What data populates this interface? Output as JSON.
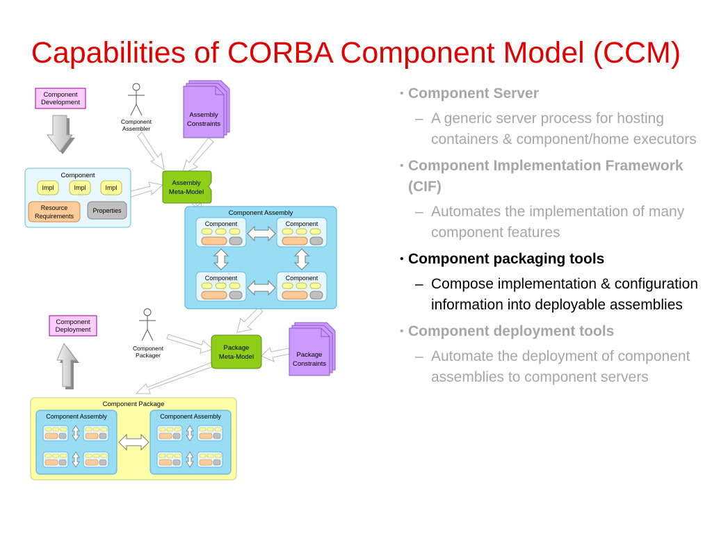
{
  "title": "Capabilities of CORBA Component Model (CCM)",
  "colors": {
    "title": "#e00000",
    "purple": "#cc99ff",
    "magenta_box": "#ffccff",
    "green": "#8fcf1a",
    "light_blue": "#99ddf5",
    "pale_blue": "#e6f7fd",
    "yellow_box": "#ffffaa",
    "impl": "#ffff99",
    "orange": "#ffcc99",
    "gray": "#c0c0c0",
    "dim_text": "#a6a6a6"
  },
  "diagram": {
    "component_development": [
      "Component",
      "Development"
    ],
    "component_assembler": [
      "Component",
      "Assembler"
    ],
    "assembly_constraints": [
      "Assembly",
      "Constraints"
    ],
    "component_box": {
      "title": "Component",
      "impls": [
        "Impl",
        "Impl",
        "Impl"
      ],
      "resource": [
        "Resource",
        "Requirements"
      ],
      "properties": "Properties"
    },
    "assembly_meta_model": [
      "Assembly",
      "Meta-Model"
    ],
    "component_assembly": {
      "title": "Component Assembly",
      "components": [
        "Component",
        "Component",
        "Component",
        "Component"
      ]
    },
    "component_deployment": [
      "Component",
      "Deployment"
    ],
    "component_packager": [
      "Component",
      "Packager"
    ],
    "package_meta_model": [
      "Package",
      "Meta-Model"
    ],
    "package_constraints": [
      "Package",
      "Constraints"
    ],
    "component_package": {
      "title": "Component Package",
      "assemblies": [
        "Component Assembly",
        "Component Assembly"
      ]
    }
  },
  "bullets": [
    {
      "text": "Component Server",
      "active": false,
      "subs": [
        "A generic server process for hosting containers & component/home executors"
      ]
    },
    {
      "text": "Component Implementation Framework (CIF)",
      "active": false,
      "subs": [
        "Automates the implementation of many component features"
      ]
    },
    {
      "text": "Component packaging tools",
      "active": true,
      "subs": [
        "Compose implementation & configuration information into deployable assemblies"
      ]
    },
    {
      "text": "Component deployment tools",
      "active": false,
      "subs": [
        "Automate the deployment of component assemblies to component servers"
      ]
    }
  ]
}
